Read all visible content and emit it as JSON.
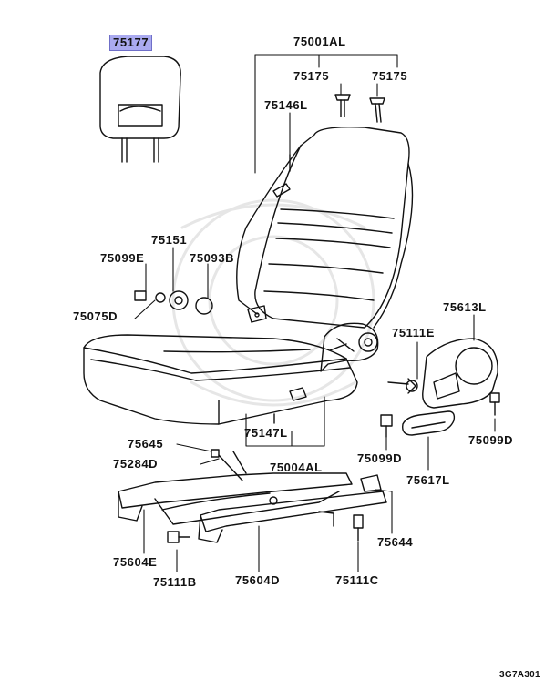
{
  "highlight_color": "#aaaaf0",
  "labels": {
    "l75177": "75177",
    "l75001AL": "75001AL",
    "l75175a": "75175",
    "l75175b": "75175",
    "l75146L": "75146L",
    "l75151": "75151",
    "l75099E": "75099E",
    "l75093B": "75093B",
    "l75075D": "75075D",
    "l75613L": "75613L",
    "l75111E": "75111E",
    "l75099D_right": "75099D",
    "l75099D_mid": "75099D",
    "l75617L": "75617L",
    "l75147L": "75147L",
    "l75004AL": "75004AL",
    "l75645": "75645",
    "l75284D": "75284D",
    "l75644": "75644",
    "l75604E": "75604E",
    "l75111B": "75111B",
    "l75604D": "75604D",
    "l75111C": "75111C"
  },
  "diagram_code": "3G7A301"
}
